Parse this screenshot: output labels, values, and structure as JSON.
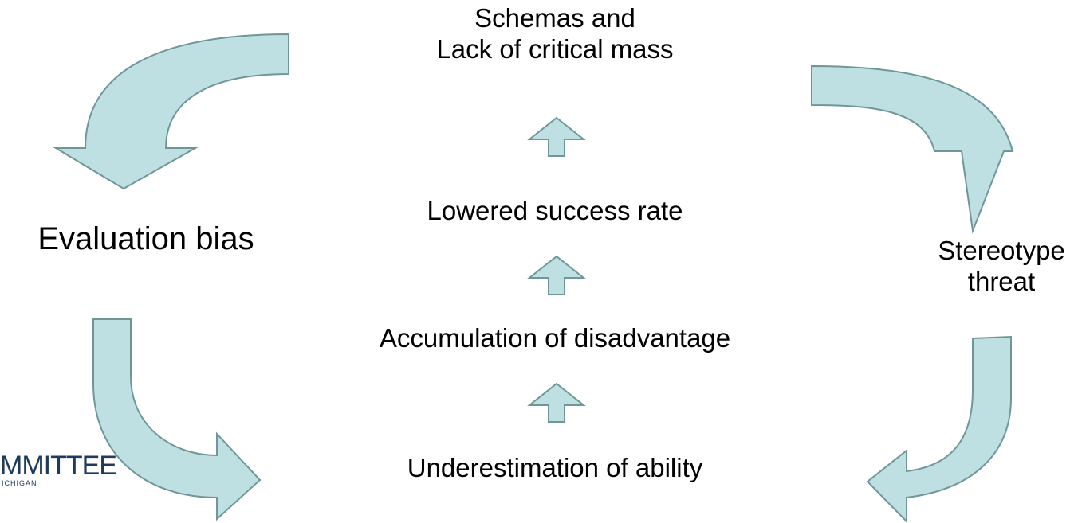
{
  "colors": {
    "arrow_fill": "#bfe0e3",
    "arrow_stroke": "#6f9698",
    "text": "#000000"
  },
  "nodes": {
    "top_line1": "Schemas and",
    "top_line2": "Lack of critical mass",
    "left": "Evaluation bias",
    "right_line1": "Stereotype",
    "right_line2": "threat",
    "center_1": "Lowered success rate",
    "center_2": "Accumulation of disadvantage",
    "center_3": "Underestimation of ability"
  },
  "logo": {
    "line1": "MMITTEE",
    "line2": "ICHIGAN"
  }
}
